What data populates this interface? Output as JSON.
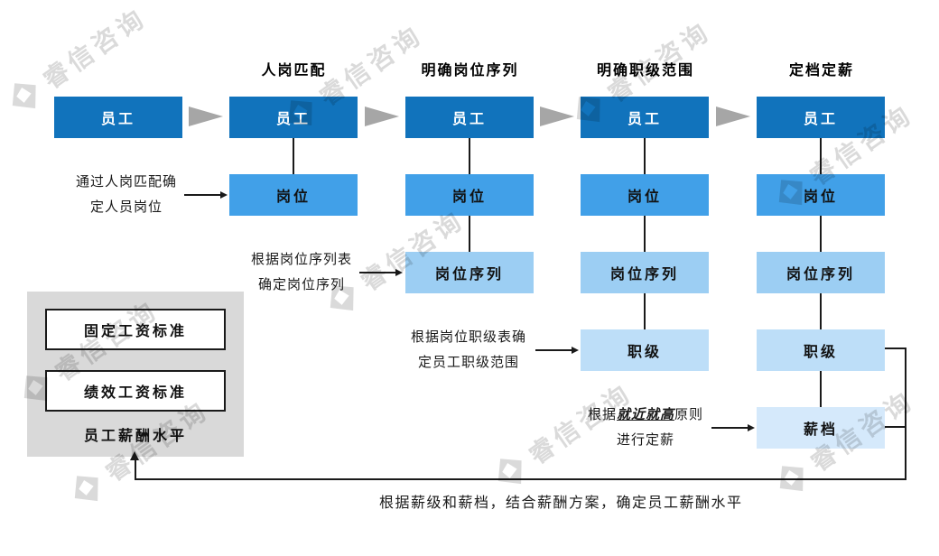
{
  "watermark": {
    "text": "睿信咨询",
    "logo": "cube-diamond-logo"
  },
  "stages": [
    {
      "header": "",
      "boxes": [
        "员工"
      ]
    },
    {
      "header": "人岗匹配",
      "boxes": [
        "员工",
        "岗位"
      ]
    },
    {
      "header": "明确岗位序列",
      "boxes": [
        "员工",
        "岗位",
        "岗位序列"
      ]
    },
    {
      "header": "明确职级范围",
      "boxes": [
        "员工",
        "岗位",
        "岗位序列",
        "职级"
      ]
    },
    {
      "header": "定档定薪",
      "boxes": [
        "员工",
        "岗位",
        "岗位序列",
        "职级",
        "薪档"
      ]
    }
  ],
  "annotations": [
    {
      "line1": "通过人岗匹配确",
      "line2": "定人员岗位"
    },
    {
      "line1": "根据岗位序列表",
      "line2": "确定岗位序列"
    },
    {
      "line1": "根据岗位职级表确",
      "line2": "定员工职级范围"
    },
    {
      "line1_prefix": "根据",
      "line1_emphasis": "就近就高",
      "line1_suffix": "原则",
      "line2": "进行定薪"
    }
  ],
  "salary_panel": {
    "items": [
      "固定工资标准",
      "绩效工资标准"
    ],
    "label": "员工薪酬水平"
  },
  "bottom_note": "根据薪级和薪档，结合薪酬方案，确定员工薪酬水平",
  "colors": {
    "employee": "#1173BC",
    "post": "#41A0E8",
    "sequence": "#9CCEF3",
    "grade": "#BDDEF8",
    "salary": "#D5E9FB",
    "panel": "#D9D9D9",
    "arrow": "#A6A6A6",
    "line": "#1a1a1a"
  }
}
